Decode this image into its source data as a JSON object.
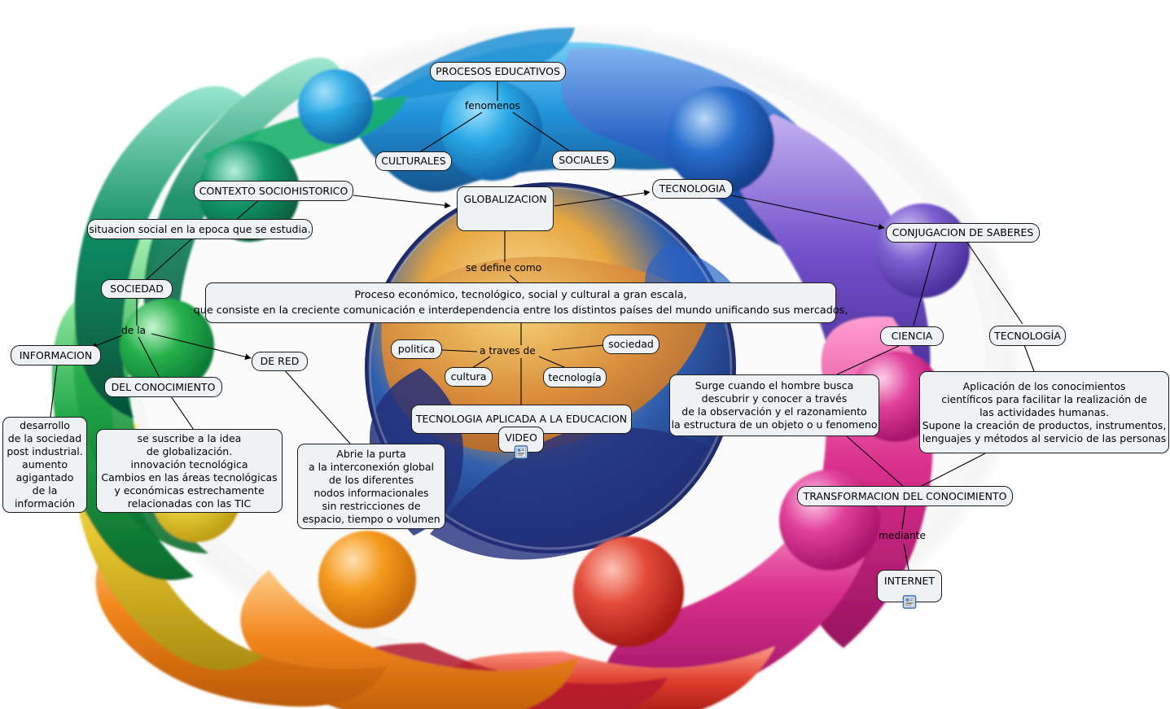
{
  "title": "Mapa conceptual - Globalizacion",
  "background": {
    "art_name": "circle-of-people-around-globe",
    "globe_colors": {
      "ocean_dark": "#1f2a6e",
      "ocean_mid": "#2b56a8",
      "land": "#d98b3a",
      "land_light": "#f0c14b",
      "highlight": "#f6e39a"
    },
    "figure_colors": [
      "#1f7fd6",
      "#2aa9e0",
      "#0f8f5e",
      "#19b14a",
      "#3fd24f",
      "#e8d23a",
      "#f59a1e",
      "#ef5a22",
      "#e02b2b",
      "#b31b2e",
      "#d61f7a",
      "#e0409a",
      "#a13fc0",
      "#6b3fc0",
      "#3b3fbf"
    ]
  },
  "nodes": {
    "procesos_educativos": {
      "label": "PROCESOS EDUCATIVOS"
    },
    "culturales": {
      "label": "CULTURALES"
    },
    "sociales": {
      "label": "SOCIALES"
    },
    "contexto_sociohistorico": {
      "label": "CONTEXTO SOCIOHISTORICO"
    },
    "situacion_social": {
      "label": "situacion social en la epoca que se estudia."
    },
    "globalizacion": {
      "label": "GLOBALIZACION"
    },
    "tecnologia_top": {
      "label": "TECNOLOGIA"
    },
    "conjugacion_saberes": {
      "label": "CONJUGACION DE SABERES"
    },
    "sociedad_left": {
      "label": "SOCIEDAD"
    },
    "informacion": {
      "label": "INFORMACION"
    },
    "del_conocimiento": {
      "label": "DEL CONOCIMIENTO"
    },
    "de_red": {
      "label": "DE RED"
    },
    "ciencia": {
      "label": "CIENCIA"
    },
    "tecnologia_right": {
      "label": "TECNOLOGÍA"
    },
    "transformacion": {
      "label": "TRANSFORMACION DEL CONOCIMIENTO"
    },
    "internet": {
      "label": "INTERNET",
      "icon": "resource-document-icon"
    },
    "video": {
      "label": "VIDEO",
      "icon": "resource-document-icon"
    },
    "tecnologia_aplicada": {
      "label": "TECNOLOGIA APLICADA A LA EDUCACION"
    },
    "politica": {
      "label": "politica"
    },
    "cultura": {
      "label": "cultura"
    },
    "sociedad_small": {
      "label": "sociedad"
    },
    "tecnologia_small": {
      "label": "tecnología"
    },
    "definicion": {
      "label": "Proceso económico, tecnológico, social y cultural a gran escala,\nque consiste en la creciente comunicación e interdependencia entre los distintos países del mundo unificando sus mercados,"
    },
    "desarrollo_info": {
      "label": "desarrollo\nde la sociedad\npost industrial.\naumento\nagigantado\nde la\ninformación"
    },
    "se_suscribe": {
      "label": "se suscribe a la idea\nde globalización.\ninnovación tecnológica\nCambios en las áreas tecnológicas\ny económicas estrechamente\nrelacionadas con las TIC"
    },
    "abre_puerta": {
      "label": "Abrie la purta\na la interconexión global\nde los diferentes\nnodos informacionales\nsin restricciones de\nespacio, tiempo o volumen"
    },
    "surge_cuando": {
      "label": "Surge cuando el hombre busca\ndescubrir y conocer a través\nde la observación y el razonamiento\nla estructura de un objeto o u fenomeno"
    },
    "aplicacion_conocimientos": {
      "label": "Aplicación de los conocimientos\ncientíficos para facilitar la realización de\nlas actividades humanas.\nSupone la creación de productos, instrumentos,\nlenguajes y métodos al servicio de las personas"
    }
  },
  "link_labels": {
    "fenomenos": "fenomenos",
    "se_define_como": "se define como",
    "de_la": "de la",
    "a_traves_de": "a traves de",
    "mediante": "mediante"
  },
  "colors": {
    "node_fill": "#eef2f4",
    "node_border": "#1b1b1b",
    "edge": "#000000",
    "text": "#000000"
  }
}
